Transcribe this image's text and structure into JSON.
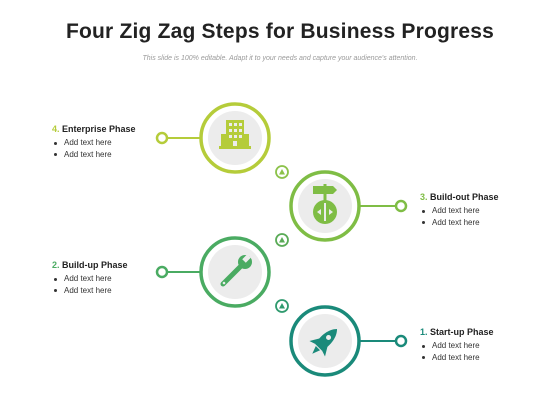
{
  "title": "Four Zig Zag Steps for Business Progress",
  "subtitle": "This slide is 100% editable. Adapt it to your needs and capture your audience's attention.",
  "steps": [
    {
      "num": "4.",
      "title": "Enterprise Phase",
      "bullets": [
        "Add text here",
        "Add text here"
      ],
      "color": "#b5cc3a",
      "icon": "office-building-icon"
    },
    {
      "num": "3.",
      "title": "Build-out Phase",
      "bullets": [
        "Add text here",
        "Add text here"
      ],
      "color": "#7fbd45",
      "icon": "signpost-icon"
    },
    {
      "num": "2.",
      "title": "Build-up Phase",
      "bullets": [
        "Add text here",
        "Add text here"
      ],
      "color": "#4aab62",
      "icon": "wrench-icon"
    },
    {
      "num": "1.",
      "title": "Start-up Phase",
      "bullets": [
        "Add text here",
        "Add text here"
      ],
      "color": "#1a8a7a",
      "icon": "rocket-icon"
    }
  ]
}
